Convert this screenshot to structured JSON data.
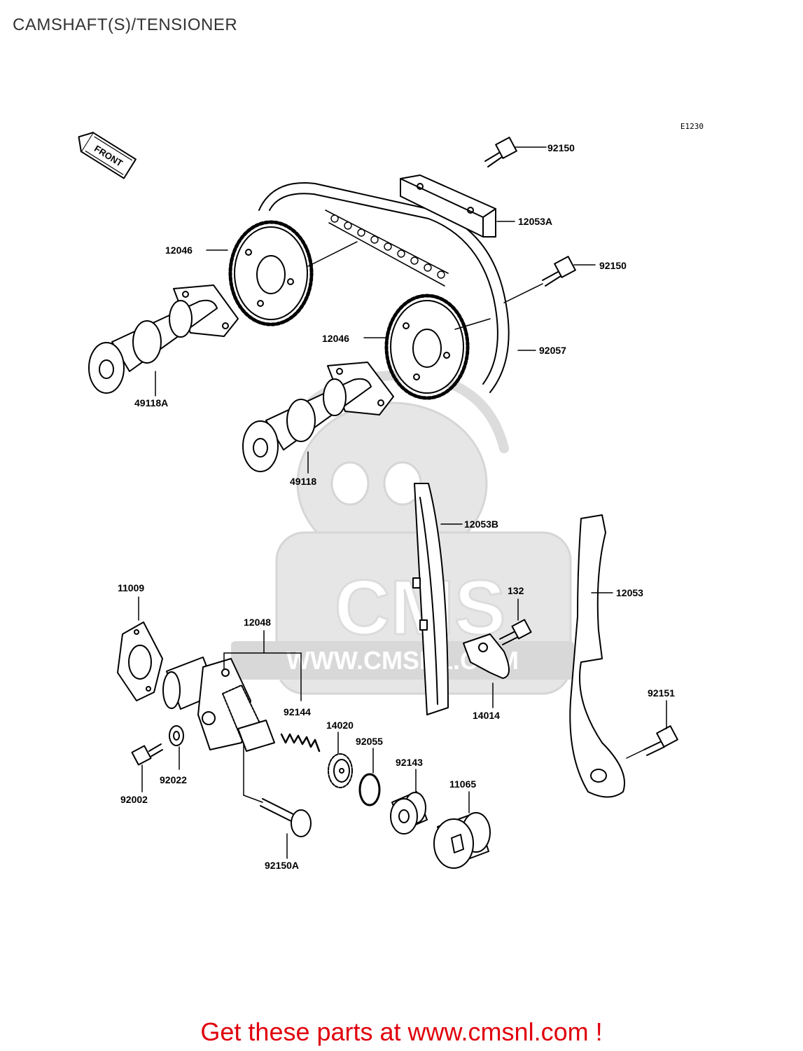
{
  "page": {
    "title": "CAMSHAFT(S)/TENSIONER"
  },
  "diagram": {
    "code": "E1230",
    "front_label": "FRONT",
    "parts": [
      "92150",
      "12053A",
      "12046",
      "92150",
      "12046",
      "92057",
      "49118A",
      "49118",
      "12053B",
      "12053",
      "11009",
      "12048",
      "132",
      "92144",
      "14020",
      "92055",
      "14014",
      "92151",
      "92143",
      "11065",
      "92002",
      "92022",
      "92150A"
    ],
    "watermark": {
      "brand": "CMS",
      "url": "WWW.CMSNL.COM"
    }
  },
  "footer": {
    "cta": "Get these parts at www.cmsnl.com !"
  },
  "colors": {
    "cta": "#e0000c",
    "line": "#000000",
    "watermark": "#d9d9d9"
  }
}
